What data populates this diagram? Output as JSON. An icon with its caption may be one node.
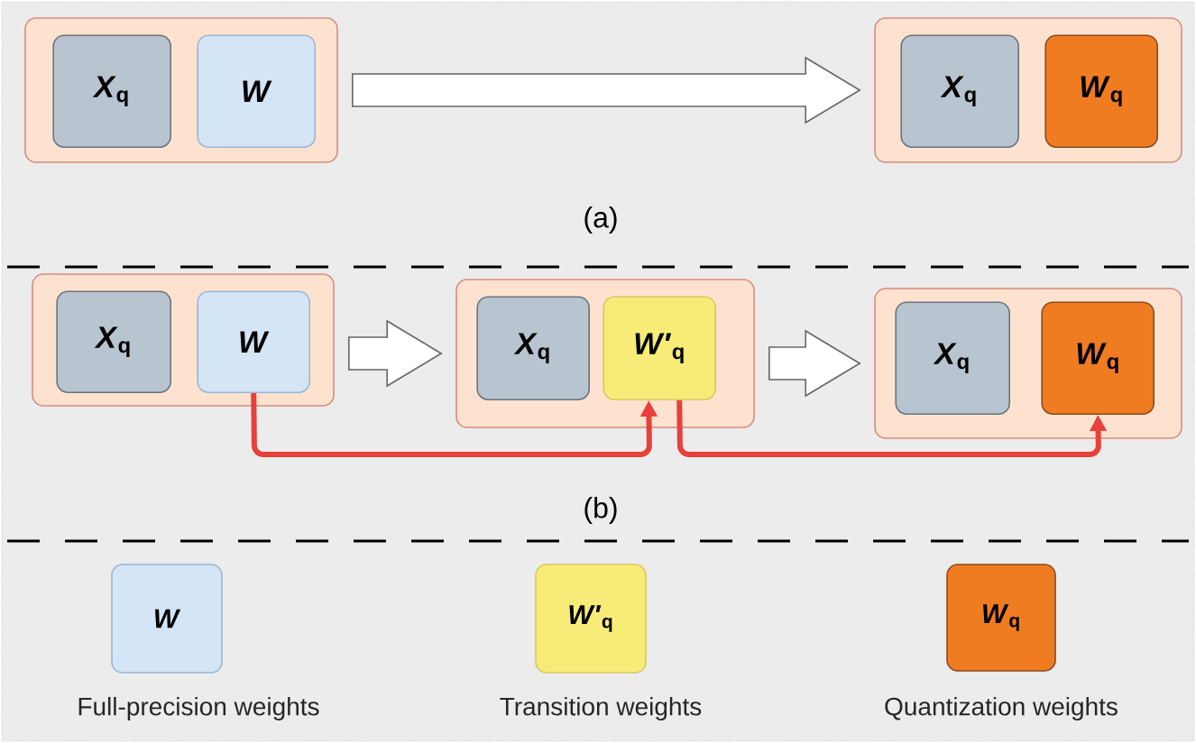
{
  "diagram": {
    "nodes": [
      {
        "text": [],
        "shape": "box"
      },
      {
        "text": [
          "*X*$_{q}$"
        ],
        "in": 0
      },
      {
        "text": [
          "*W*"
        ],
        "in": 0
      },
      {
        "text": [],
        "shape": "box"
      },
      {
        "text": [
          "*X*$_{q}$"
        ],
        "in": 3
      },
      {
        "text": [
          "*W*$_{q}$"
        ],
        "in": 3
      },
      {
        "text": [],
        "shape": "box"
      },
      {
        "text": [
          "*X*$_{q}$"
        ],
        "in": 6
      },
      {
        "text": [
          "*W*"
        ],
        "in": 6
      },
      {
        "text": [],
        "shape": "box"
      },
      {
        "text": [
          "*X*$_{q}$"
        ],
        "in": 9
      },
      {
        "text": [
          "*W*′$_{q}$"
        ],
        "in": 9
      },
      {
        "text": [],
        "shape": "box"
      },
      {
        "text": [
          "*X*$_{q}$"
        ],
        "in": 12
      },
      {
        "text": [
          "*W*$_{q}$"
        ],
        "in": 12
      },
      {
        "text": [
          "*W*"
        ],
        "beside": [
          "Full-precision weights"
        ]
      },
      {
        "text": [
          "*W*′$_{q}$"
        ],
        "beside": [
          "Transition weights"
        ]
      },
      {
        "text": [
          "*W*$_{q}$"
        ],
        "beside": [
          "Quantization weights"
        ]
      }
    ],
    "edges": [
      {
        "from": 0,
        "to": 3,
        "arrow": "to"
      },
      {
        "from": 6,
        "to": 9,
        "arrow": "to"
      },
      {
        "from": 9,
        "to": 12,
        "arrow": "to"
      },
      {
        "from": 8,
        "to": 11,
        "arrow": "to",
        "color": "#e8403a"
      },
      {
        "from": 11,
        "to": 14,
        "arrow": "to",
        "color": "#e8403a"
      }
    ],
    "labels": [
      "(a)",
      "(b)"
    ]
  }
}
